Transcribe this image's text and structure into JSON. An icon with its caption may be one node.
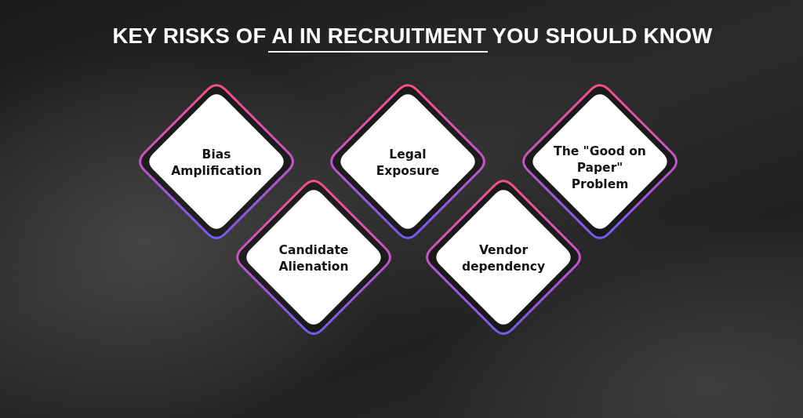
{
  "diagram": {
    "title": "KEY RISKS OF AI IN RECRUITMENT YOU SHOULD KNOW",
    "nodes": [
      {
        "text": [
          "Bias Amplification"
        ]
      },
      {
        "text": [
          "Candidate Alienation"
        ]
      },
      {
        "text": [
          "Legal Exposure"
        ]
      },
      {
        "text": [
          "Vendor dependency"
        ]
      },
      {
        "text": [
          "The \"Good on Paper\" Problem"
        ]
      }
    ]
  }
}
